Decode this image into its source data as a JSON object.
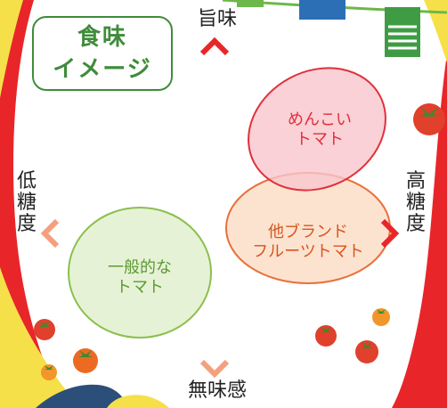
{
  "title": {
    "line1": "食味",
    "line2": "イメージ"
  },
  "axes": {
    "top": "旨味",
    "bottom": "無味感",
    "left": [
      "低",
      "糖",
      "度"
    ],
    "right": [
      "高",
      "糖",
      "度"
    ]
  },
  "items": [
    {
      "line1": "めんこい",
      "line2": "トマト",
      "color": "#e0303c",
      "fill": "#f7c6cc"
    },
    {
      "line1": "他ブランド",
      "line2": "フルーツトマト",
      "color": "#d9541e",
      "fill": "#fbd9c0"
    },
    {
      "line1": "一般的な",
      "line2": "トマト",
      "color": "#5c9a32",
      "fill": "#dcedc4"
    }
  ],
  "colors": {
    "axis_vertical": "#e8262a",
    "axis_horizontal_left": "#f4a07e",
    "axis_horizontal_right": "#e8262a",
    "title_green": "#3f8c3a"
  }
}
